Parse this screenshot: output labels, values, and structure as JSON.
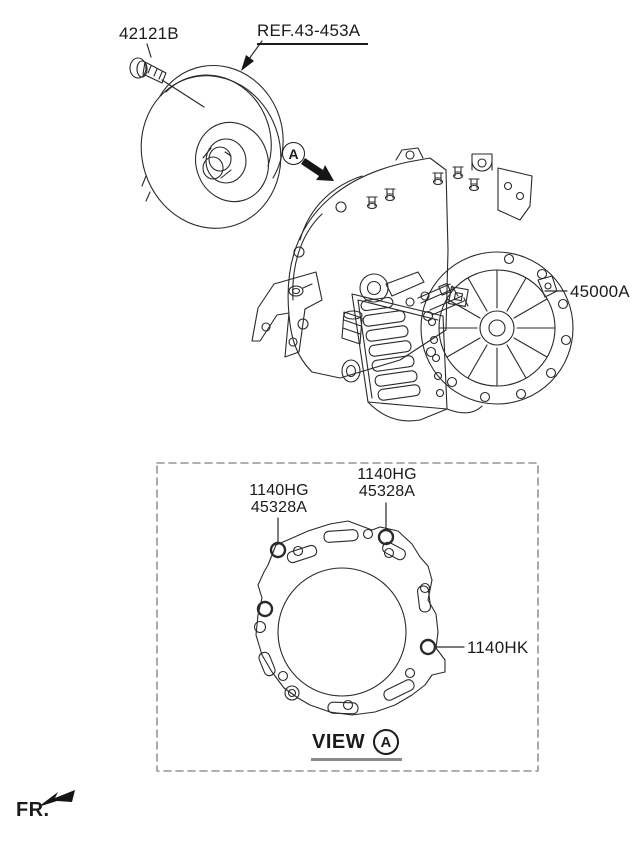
{
  "colors": {
    "line": "#2a2a2a",
    "dashed_border": "#969696",
    "view_underline": "#8a8a8a",
    "text": "#1b1b1b"
  },
  "callouts": {
    "converter_bolt": "42121B",
    "converter_ref": "REF.43-453A",
    "transaxle": "45000A",
    "gasket_left": {
      "line1": "1140HG",
      "line2": "45328A"
    },
    "gasket_top": {
      "line1": "1140HG",
      "line2": "45328A"
    },
    "gasket_right": "1140HK"
  },
  "markers": {
    "section_letter": "A"
  },
  "view": {
    "label": "VIEW",
    "letter": "A"
  },
  "direction": {
    "front_label": "FR."
  }
}
